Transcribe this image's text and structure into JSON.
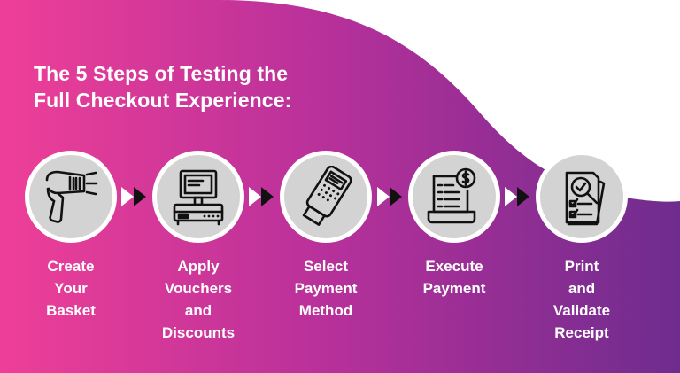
{
  "title": {
    "line1": "The 5 Steps of Testing the",
    "line2": "Full Checkout Experience:"
  },
  "colors": {
    "gradient_start": "#ee3f98",
    "gradient_mid": "#b5309a",
    "gradient_end": "#6e2c8e",
    "circle_fill": "#d3d3d3",
    "icon_stroke": "#111111"
  },
  "steps": [
    {
      "icon": "barcode-scanner-icon",
      "label_lines": [
        "Create",
        "Your",
        "Basket"
      ]
    },
    {
      "icon": "pos-register-icon",
      "label_lines": [
        "Apply",
        "Vouchers",
        "and",
        "Discounts"
      ]
    },
    {
      "icon": "card-terminal-icon",
      "label_lines": [
        "Select",
        "Payment",
        "Method"
      ]
    },
    {
      "icon": "invoice-payment-icon",
      "label_lines": [
        "Execute",
        "Payment"
      ]
    },
    {
      "icon": "receipt-validation-icon",
      "label_lines": [
        "Print",
        "and",
        "Validate",
        "Receipt"
      ]
    }
  ]
}
